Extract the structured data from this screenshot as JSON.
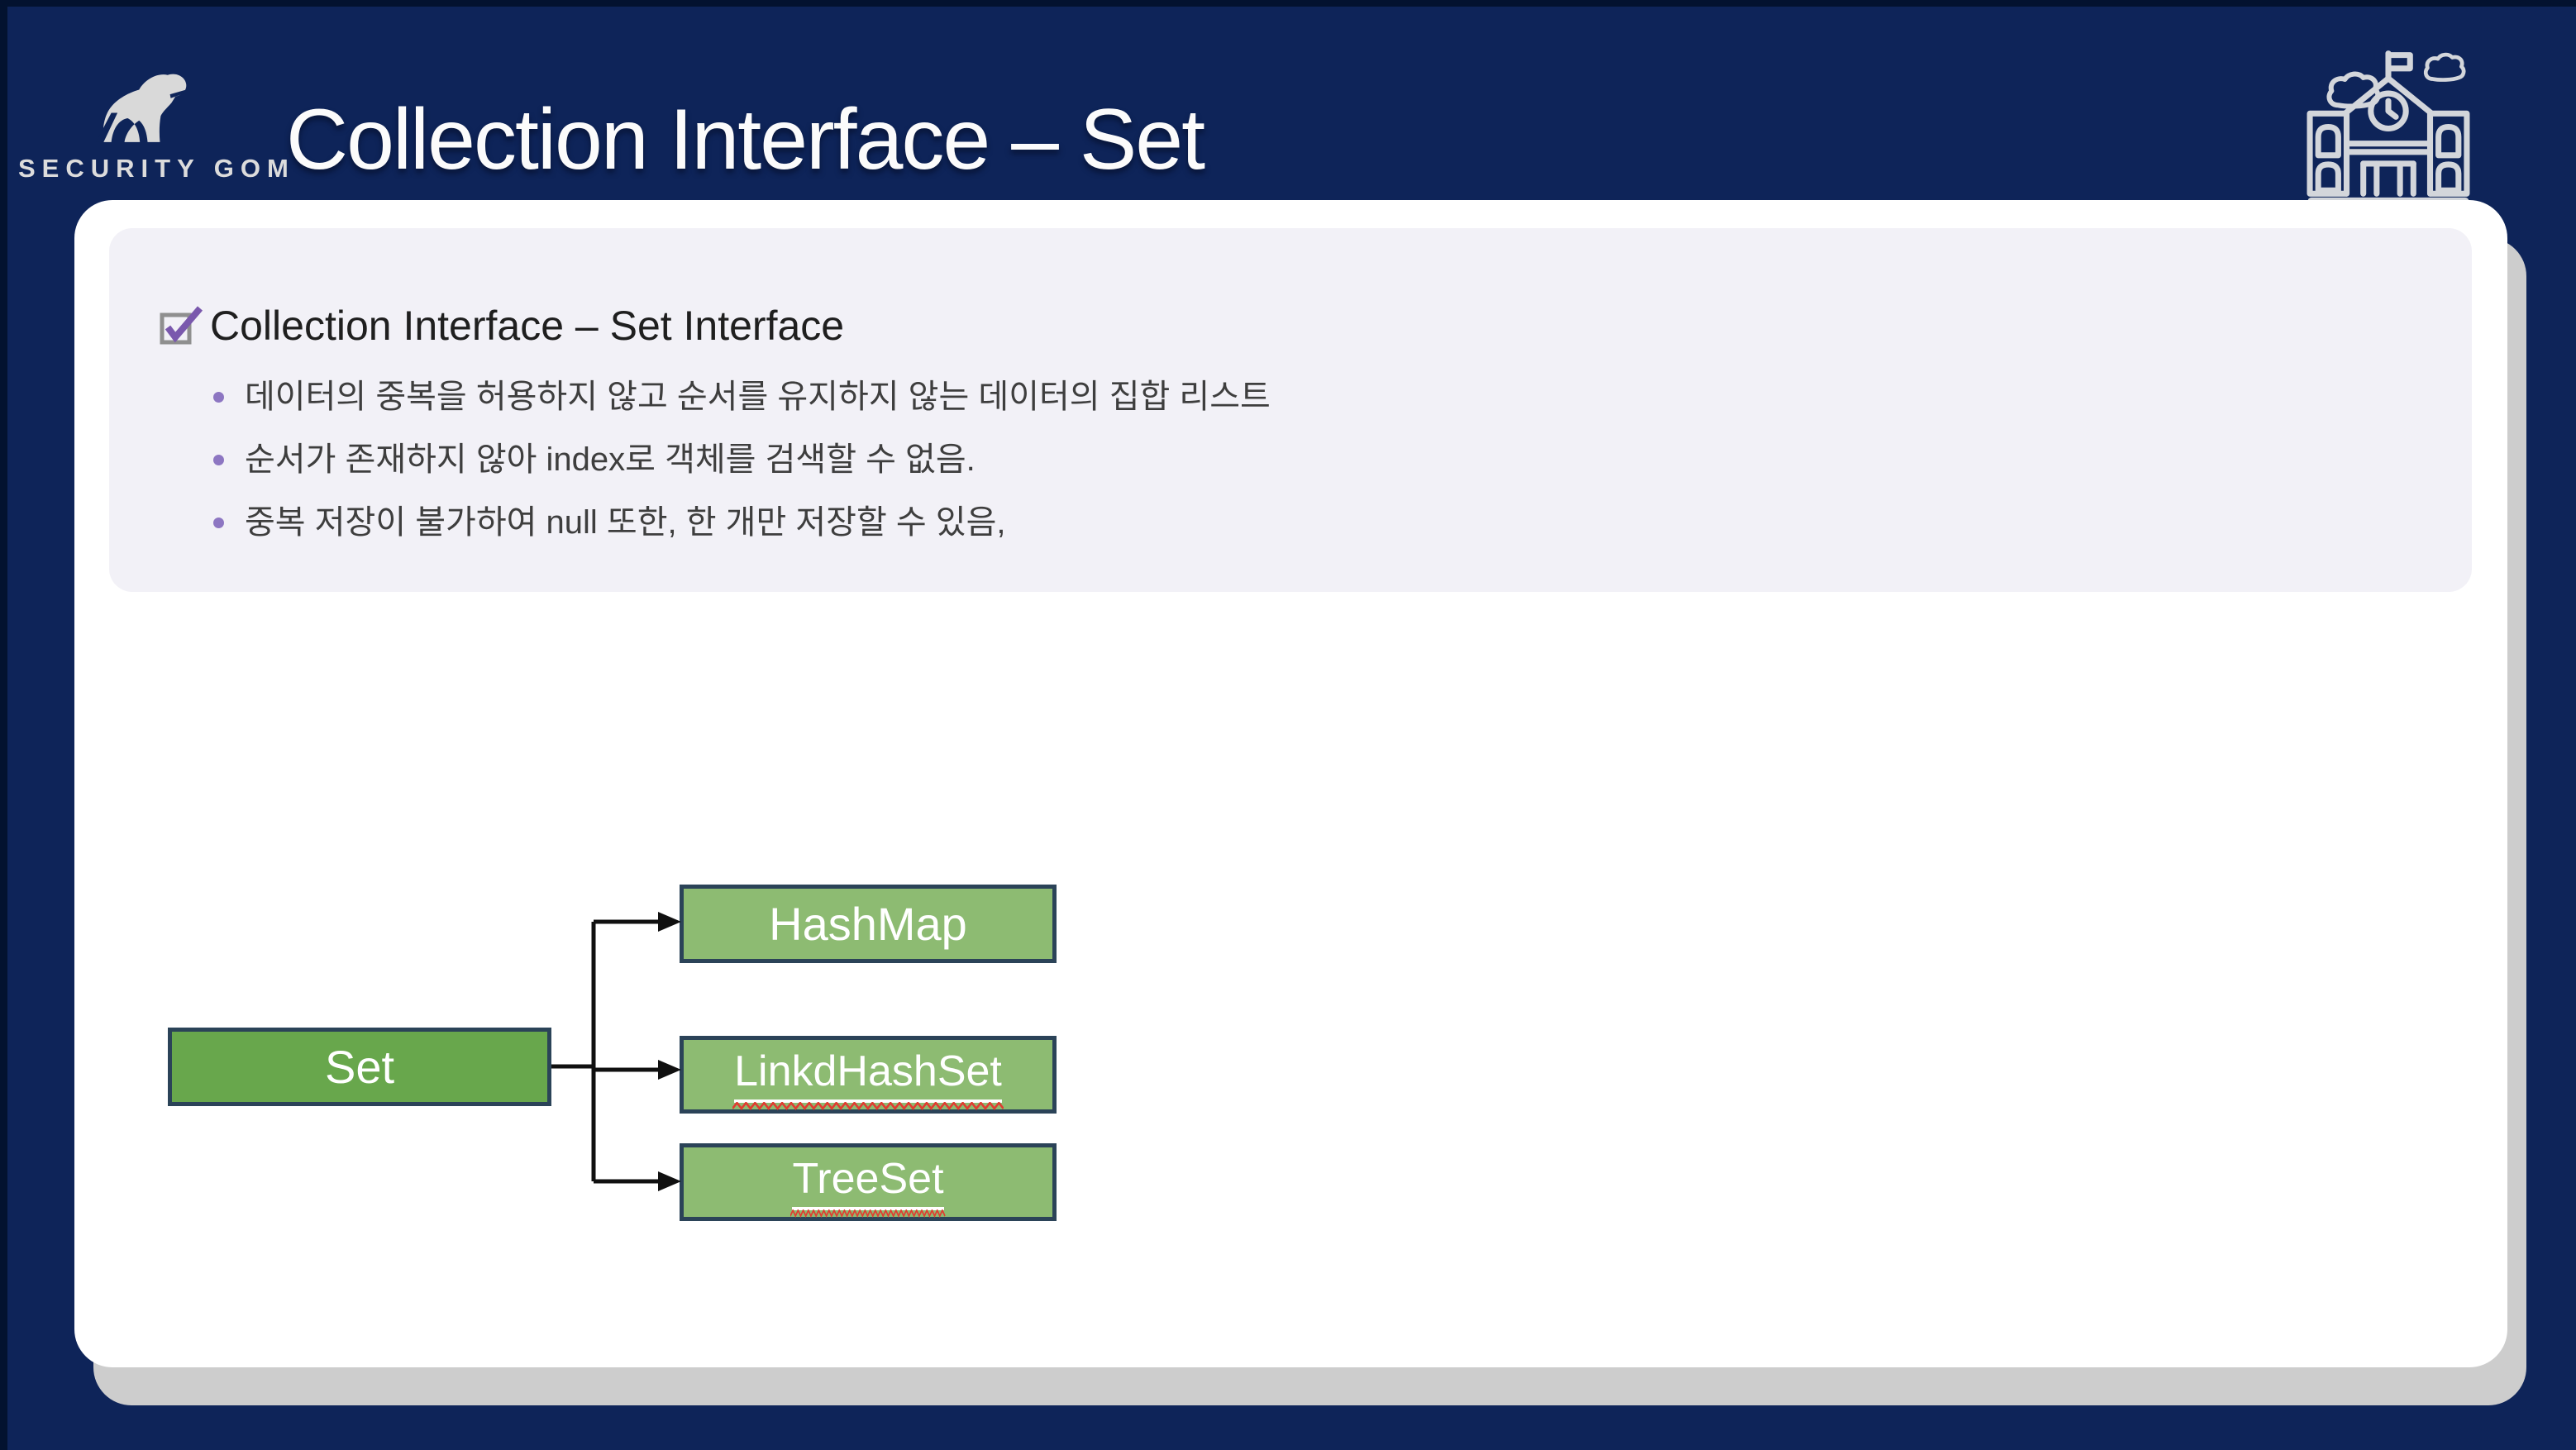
{
  "brand": {
    "name": "SECURITY GOM",
    "icon": "polar-bear-icon"
  },
  "header": {
    "title": "Collection Interface – Set",
    "decor_icon": "school-building-icon"
  },
  "panel": {
    "heading_icon": "checked-checkbox-icon",
    "heading": "Collection Interface – Set Interface",
    "bullets": [
      "데이터의 중복을 허용하지 않고 순서를 유지하지 않는 데이터의 집합 리스트",
      "순서가 존재하지 않아 index로 객체를 검색할 수 없음.",
      "중복 저장이 불가하여 null 또한, 한 개만 저장할 수 있음,"
    ]
  },
  "diagram": {
    "root": {
      "label": "Set"
    },
    "children": [
      {
        "label": "HashMap",
        "spellcheck_squiggle": false
      },
      {
        "label": "LinkdHashSet",
        "spellcheck_squiggle": true
      },
      {
        "label": "TreeSet",
        "spellcheck_squiggle": true
      }
    ]
  },
  "colors": {
    "slide_background": "#0e2459",
    "edge_shadow": "#03122f",
    "card": "#ffffff",
    "card_shadow": "#cdcdcd",
    "panel": "#f2f1f7",
    "title_text": "#fbfbfb",
    "heading_text": "#1f1f1f",
    "bullet_text": "#3e3e3e",
    "bullet_dot": "#8d76c2",
    "checkbox_check": "#7a58ad",
    "box_green_root": "#68a74c",
    "box_green_child": "#8dbb72",
    "box_border": "#2b4358",
    "connector": "#101010",
    "squiggle_red": "#e03c31",
    "logo_gray": "#d9d9d9"
  }
}
